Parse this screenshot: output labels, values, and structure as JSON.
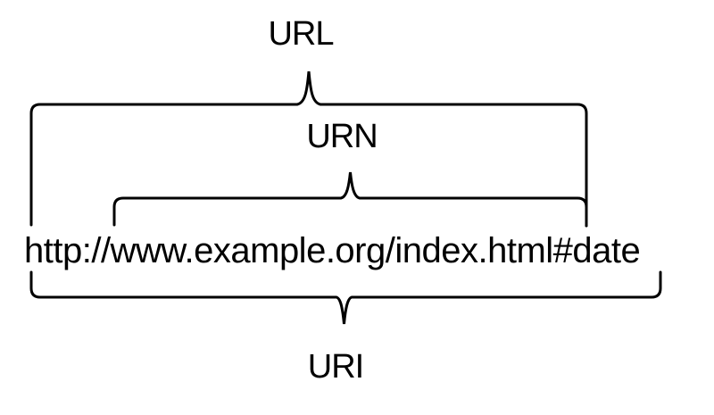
{
  "diagram": {
    "uri_string": "http://www.example.org/index.html#date",
    "labels": {
      "url": "URL",
      "urn": "URN",
      "uri": "URI"
    },
    "colors": {
      "ink": "#000000",
      "background": "#ffffff"
    }
  }
}
